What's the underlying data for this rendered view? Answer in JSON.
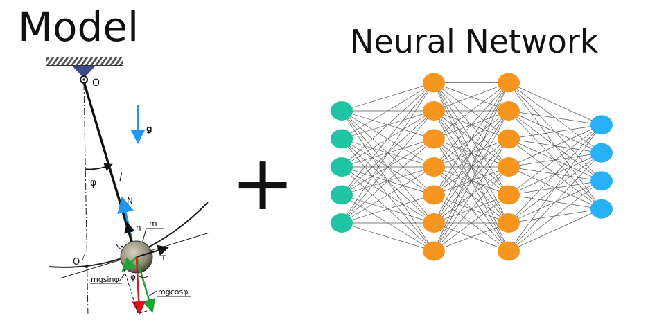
{
  "titles": {
    "model": "Model",
    "neural_network": "Neural Network",
    "plus": "+"
  },
  "pendulum": {
    "labels": {
      "pivot": "O",
      "gravity": "g",
      "angle": "φ",
      "length": "l",
      "normal": "N",
      "unit_normal": "n",
      "mass": "m",
      "tangent": "τ",
      "origin": "O",
      "tangential_force": "mgsinφ",
      "angle_lower": "φ",
      "normal_force": "mgcosφ"
    },
    "colors": {
      "support": "#3d4b8c",
      "rod": "#111111",
      "gravity_arrow": "#2196f3",
      "tension_arrow": "#2196f3",
      "weight_arrow": "#e0141c",
      "tangential_arrow": "#1da538",
      "bob": "#8c8a73"
    }
  },
  "network": {
    "layers": [
      5,
      7,
      7,
      4
    ],
    "colors": [
      "#1fc4a6",
      "#f7961f",
      "#f7961f",
      "#29b1f6"
    ],
    "edge_color": "#555555"
  }
}
